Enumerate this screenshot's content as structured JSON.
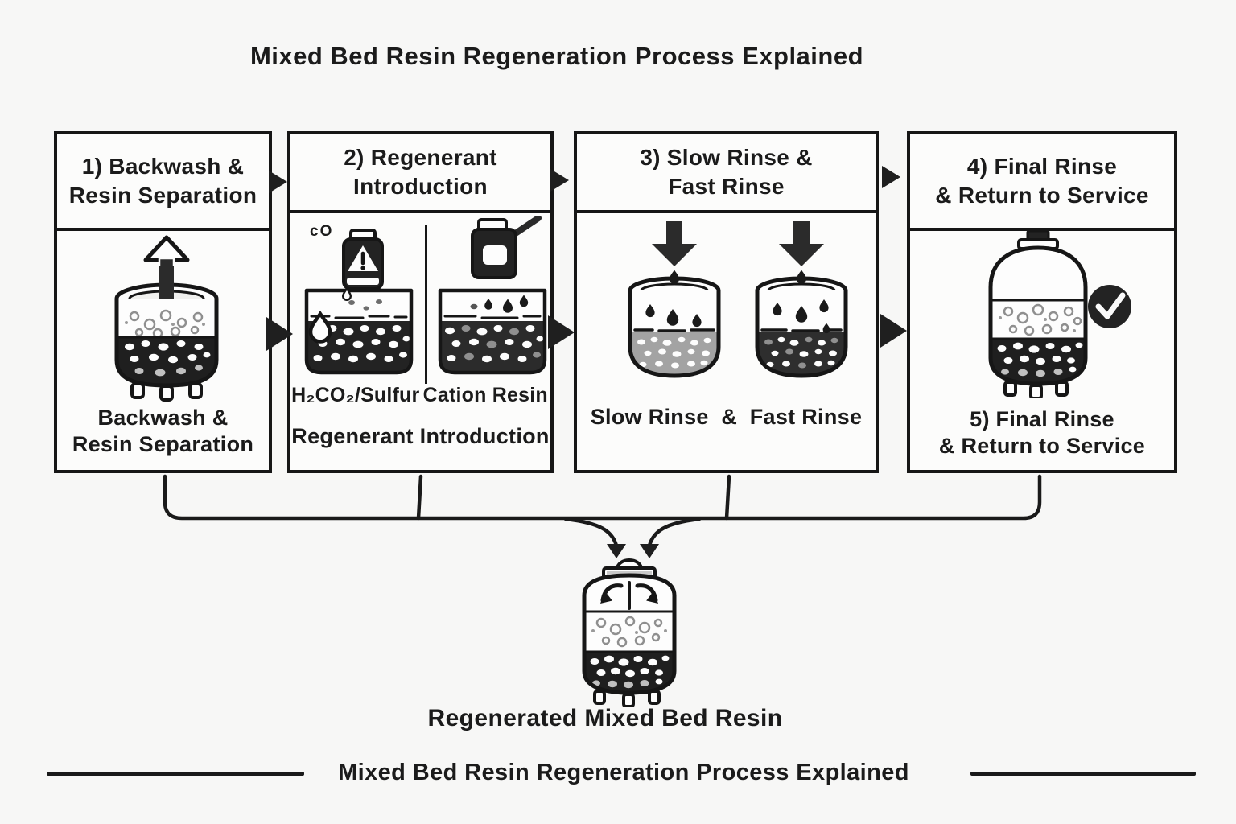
{
  "title": "Mixed Bed Resin Regeneration Process Explained",
  "steps": [
    {
      "header": "1) Backwash &\nResin Separation",
      "caption": "Backwash &\nResin Separation"
    },
    {
      "header": "2) Regenerant\nIntroduction",
      "co_text": "cO",
      "warning_mark": "!",
      "label_left": "H₂CO₂/Sulfur",
      "label_right": "Cation Resin",
      "caption": "Regenerant Introduction"
    },
    {
      "header": "3) Slow Rinse &\nFast Rinse",
      "caption": "Slow Rinse  &  Fast Rinse"
    },
    {
      "header": "4) Final Rinse\n& Return to Service",
      "caption": "5) Final Rinse\n& Return to Service"
    }
  ],
  "result": {
    "label": "Regenerated Mixed Bed Resin"
  },
  "footer": {
    "title": "Mixed Bed Resin Regeneration Process Explained"
  },
  "icons": {
    "step1": "backwash-vessel-up-arrow",
    "step2_left": "hazard-bottle-pouring-tank",
    "step2_right": "resin-jar-scoop-tank",
    "step3": "rinse-cylinder-droplets",
    "step4": "service-tank-checkmark",
    "center": "mixed-bed-vessel-mixing-arrows"
  },
  "colors": {
    "ink": "#161616",
    "dark_fill": "#232323",
    "slow_rinse_gray": "#a3a3a3",
    "speckle_gray": "#8f8f8f",
    "background": "#f7f7f6"
  }
}
